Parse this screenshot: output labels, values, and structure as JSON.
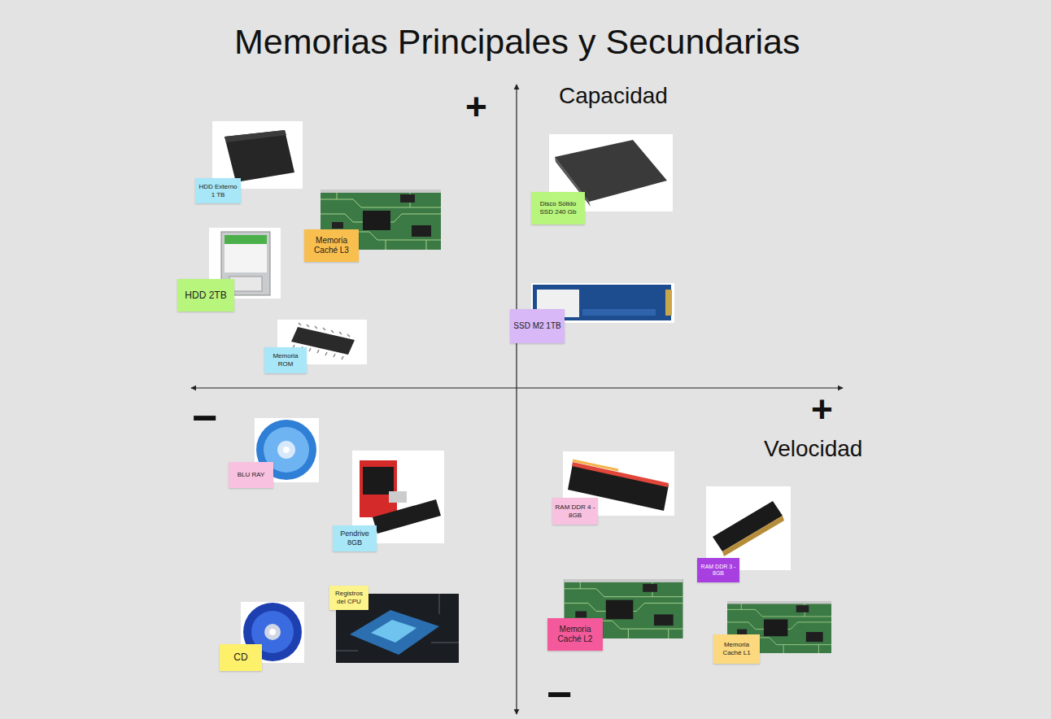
{
  "diagram": {
    "title": "Memorias Principales y Secundarias",
    "nodes": [
      {
        "text": [
          "HDD Externo 1 TB"
        ]
      },
      {
        "text": [
          "Memoria Caché L3"
        ]
      },
      {
        "text": [
          "HDD 2TB"
        ]
      },
      {
        "text": [
          "Memoria ROM"
        ]
      },
      {
        "text": [
          "Disco Sólido SSD 240 Gb"
        ]
      },
      {
        "text": [
          "SSD M2 1TB"
        ]
      },
      {
        "text": [
          "BLU RAY"
        ]
      },
      {
        "text": [
          "Pendrive 8GB"
        ]
      },
      {
        "text": [
          "Registros del CPU"
        ]
      },
      {
        "text": [
          "CD"
        ]
      },
      {
        "text": [
          "RAM DDR 4 - 8GB"
        ]
      },
      {
        "text": [
          "RAM DDR 3 - 8GB"
        ]
      },
      {
        "text": [
          "Memoria Caché L2"
        ]
      },
      {
        "text": [
          "Memoria Caché L1"
        ]
      }
    ],
    "labels": [
      "+",
      "Capacidad",
      "−",
      "+",
      "Velocidad",
      "−"
    ]
  }
}
